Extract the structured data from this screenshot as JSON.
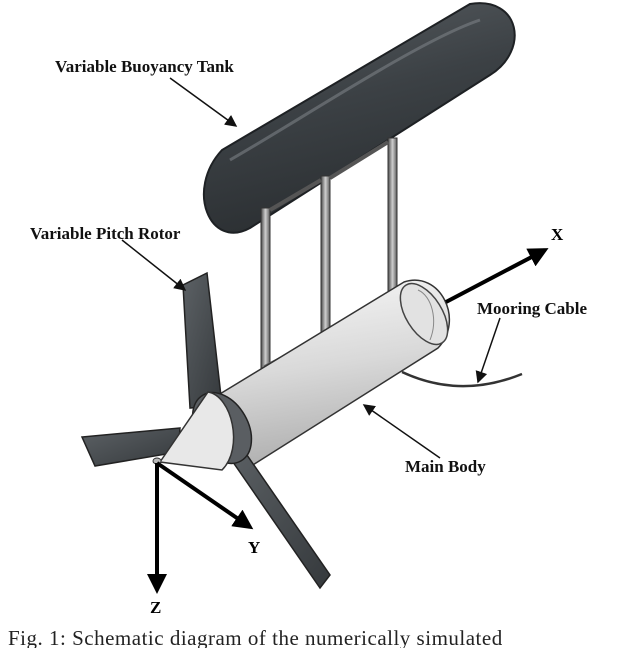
{
  "labels": {
    "buoyancy_tank": "Variable Buoyancy Tank",
    "pitch_rotor": "Variable Pitch Rotor",
    "mooring_cable": "Mooring Cable",
    "main_body": "Main Body"
  },
  "axes": {
    "x": "X",
    "y": "Y",
    "z": "Z"
  },
  "caption": "Fig. 1: Schematic diagram of the numerically simulated"
}
